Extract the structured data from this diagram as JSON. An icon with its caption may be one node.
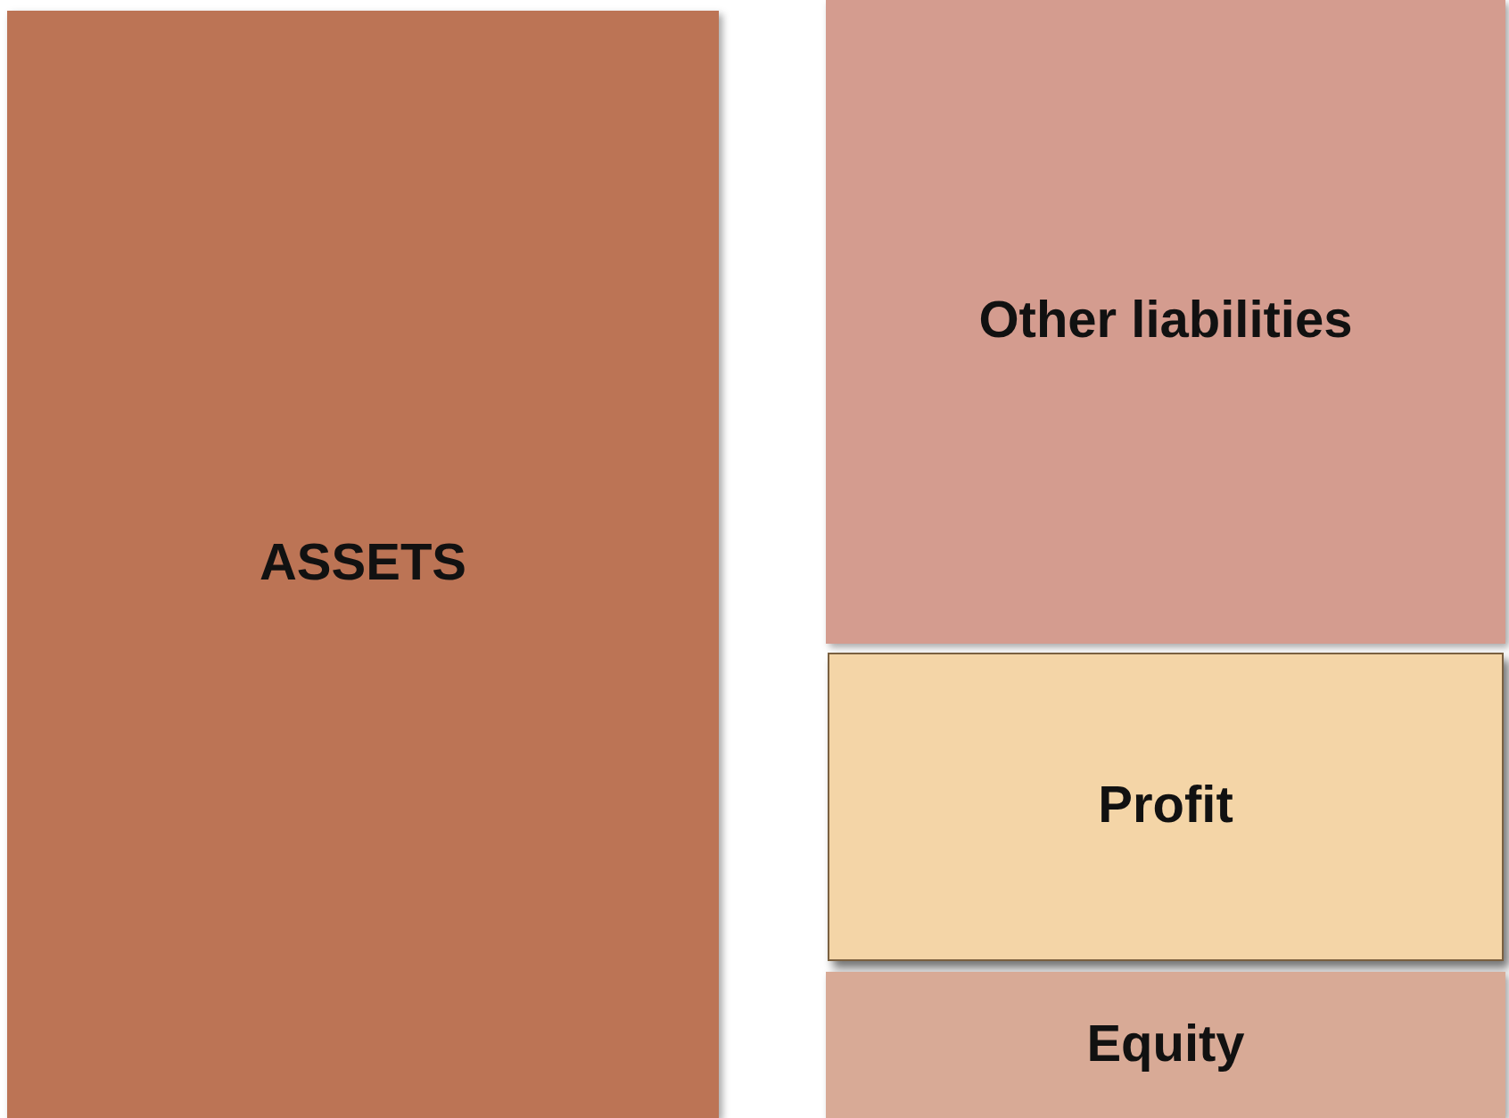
{
  "diagram": {
    "nodes": [
      {
        "text": [
          "ASSETS"
        ]
      },
      {
        "text": [
          "Other liabilities"
        ]
      },
      {
        "text": [
          "Profit"
        ]
      },
      {
        "text": [
          "Equity"
        ]
      }
    ]
  }
}
